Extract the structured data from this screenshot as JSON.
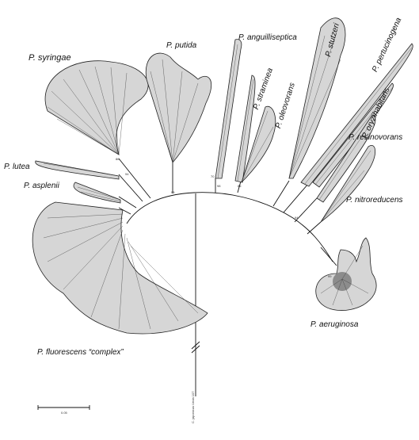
{
  "clades": [
    {
      "id": "syringae",
      "label": "P. syringae"
    },
    {
      "id": "putida",
      "label": "P. putida"
    },
    {
      "id": "anguilliseptica",
      "label": "P. anguilliseptica"
    },
    {
      "id": "straminea",
      "label": "P. straminea"
    },
    {
      "id": "oleovorans",
      "label": "P. oleovorans"
    },
    {
      "id": "stutzeri",
      "label": "P. stutzeri"
    },
    {
      "id": "pertucinogena",
      "label": "P. pertucinogena"
    },
    {
      "id": "oryzihabitans",
      "label": "P. oryzihabitans"
    },
    {
      "id": "resinovorans",
      "label": "P. resinovorans"
    },
    {
      "id": "nitroreducens",
      "label": "P. nitroreducens"
    },
    {
      "id": "lutea",
      "label": "P. lutea"
    },
    {
      "id": "asplenii",
      "label": "P. asplenii"
    },
    {
      "id": "fluorescens",
      "label": "P. fluorescens “complex”"
    },
    {
      "id": "aeruginosa",
      "label": "P. aeruginosa"
    }
  ],
  "bootstrap": {
    "putida": "99",
    "anguilliseptica": "70",
    "straminea": "98",
    "oleovorans": "86",
    "lutea": "94",
    "syringae": "86",
    "aeruginosa": "99",
    "nitroreducens": "94"
  },
  "outgroup_label": "C. japonicus Ueda 107",
  "scale_bar_label": "0.05"
}
